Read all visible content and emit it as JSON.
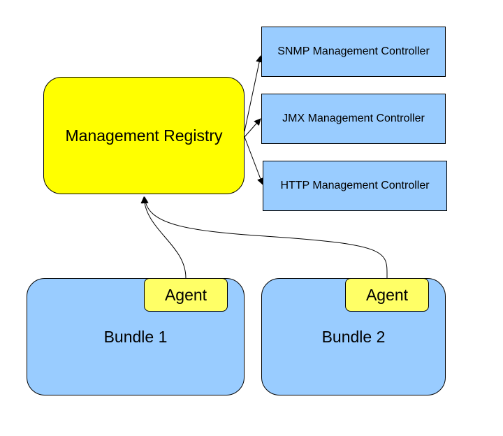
{
  "colors": {
    "registry_fill": "#ffff00",
    "controller_fill": "#99ccff",
    "bundle_fill": "#99ccff",
    "agent_fill": "#ffff66",
    "line": "#000000"
  },
  "registry": {
    "label": "Management Registry"
  },
  "controllers": [
    {
      "label": "SNMP Management Controller"
    },
    {
      "label": "JMX Management Controller"
    },
    {
      "label": "HTTP Management Controller"
    }
  ],
  "bundles": [
    {
      "label": "Bundle 1",
      "agent": "Agent"
    },
    {
      "label": "Bundle 2",
      "agent": "Agent"
    }
  ],
  "edges": [
    {
      "from": "registry",
      "to": "controller-snmp"
    },
    {
      "from": "registry",
      "to": "controller-jmx"
    },
    {
      "from": "registry",
      "to": "controller-http"
    },
    {
      "from": "agent-1",
      "to": "registry"
    },
    {
      "from": "agent-2",
      "to": "registry"
    }
  ]
}
